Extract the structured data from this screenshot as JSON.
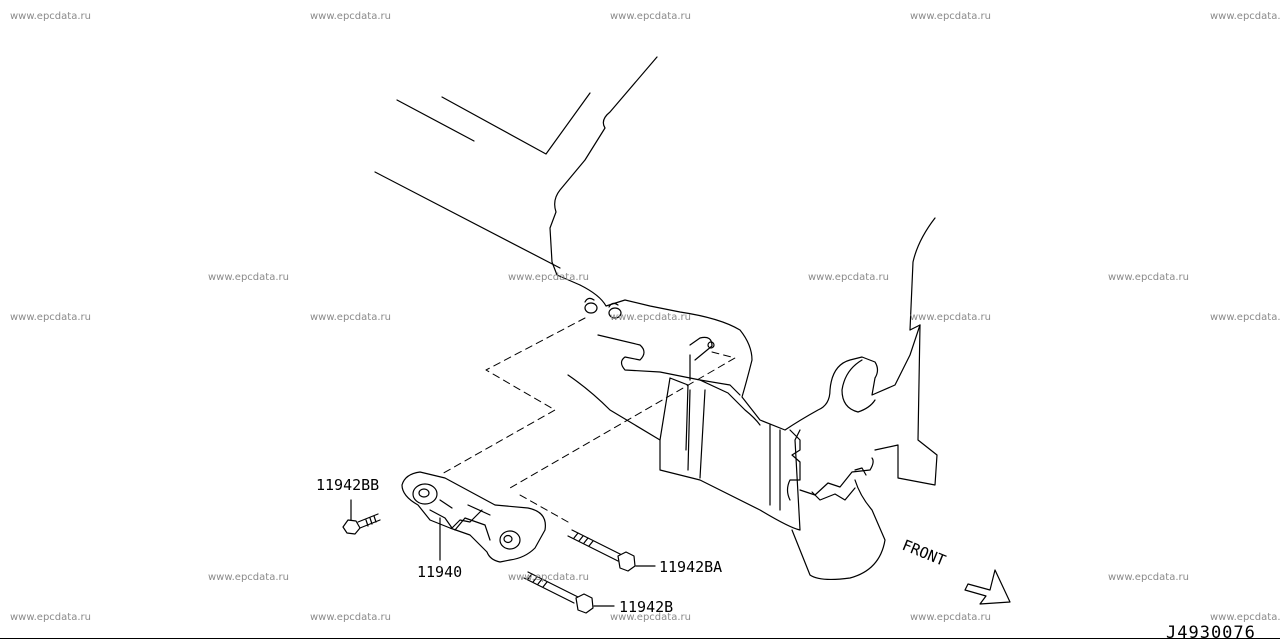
{
  "watermarks": [
    "www.epcdata.ru",
    "www.epcdata.ru",
    "www.epcdata.ru",
    "www.epcdata.ru",
    "www.epcdata.ru",
    "www.epcdata.ru",
    "www.epcdata.ru",
    "www.epcdata.ru",
    "www.epcdata.ru",
    "www.epcdata.ru",
    "www.epcdata.ru",
    "www.epcdata.ru",
    "www.epcdata.ru",
    "www.epcdata.ru",
    "www.epcdata.ru",
    "www.epcdata.ru",
    "www.epcdata.ru",
    "www.epcdata.ru",
    "www.epcdata.ru",
    "www.epcdata.ru",
    "www.epcdata.ru",
    "www.epcdata.ru"
  ],
  "callouts": {
    "bolt_upper": "11942BB",
    "bracket": "11940",
    "bolt_long": "11942BA",
    "bolt_lower": "11942B"
  },
  "front_label": "FRONT",
  "diagram_id": "J4930076"
}
